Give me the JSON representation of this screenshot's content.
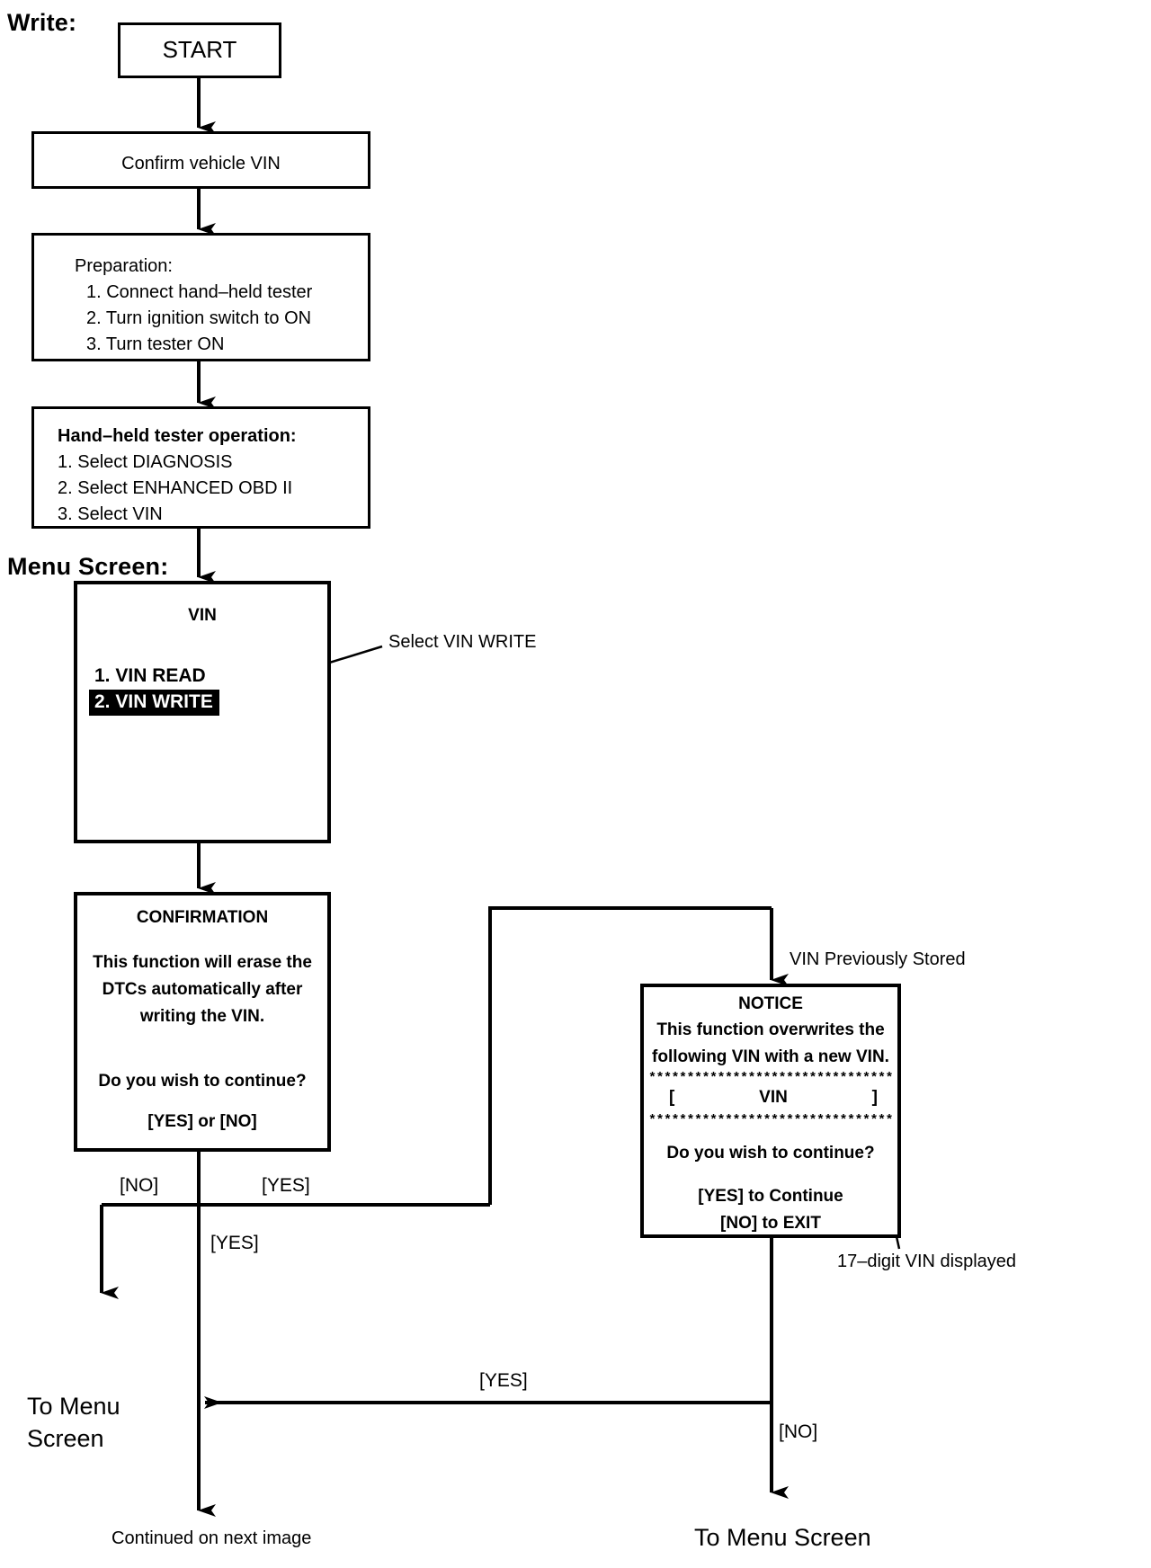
{
  "headings": {
    "write": "Write:",
    "menu_screen": "Menu Screen:"
  },
  "boxes": {
    "start": {
      "label": "START"
    },
    "confirm_vin": {
      "label": "Confirm vehicle VIN"
    },
    "preparation": {
      "title": "Preparation:",
      "steps": [
        "1. Connect hand–held tester",
        "2. Turn ignition switch to ON",
        "3. Turn tester ON"
      ]
    },
    "tester_operation": {
      "title": "Hand–held tester operation:",
      "steps": [
        "1. Select DIAGNOSIS",
        "2. Select ENHANCED OBD II",
        "3. Select VIN"
      ]
    }
  },
  "screens": {
    "vin_menu": {
      "title": "VIN",
      "items": [
        {
          "label": "1. VIN READ",
          "selected": false
        },
        {
          "label": "2. VIN WRITE",
          "selected": true
        }
      ]
    },
    "confirmation": {
      "title": "CONFIRMATION",
      "body": [
        "This function will erase the",
        "DTCs automatically after",
        "writing the VIN."
      ],
      "question": "Do you wish to continue?",
      "options": "[YES] or [NO]"
    },
    "notice": {
      "title": "NOTICE",
      "body": [
        "This function overwrites the",
        "following VIN with a new VIN."
      ],
      "separator": "********************************",
      "vin_bracket_open": "[",
      "vin_placeholder": "VIN",
      "vin_bracket_close": "]",
      "question": "Do you wish to continue?",
      "options": [
        "[YES] to Continue",
        "[NO] to EXIT"
      ]
    }
  },
  "annotations": {
    "select_vin_write": "Select VIN WRITE",
    "vin_previously_stored": "VIN Previously Stored",
    "seventeen_digit_vin": "17–digit VIN displayed"
  },
  "edge_labels": {
    "no_left": "[NO]",
    "yes_right": "[YES]",
    "yes_down": "[YES]",
    "yes_return": "[YES]",
    "no_exit": "[NO]"
  },
  "terminals": {
    "to_menu_screen_left": "To Menu\nScreen",
    "continued": "Continued on next image",
    "to_menu_screen_right": "To Menu Screen"
  },
  "colors": {
    "stroke": "#000000",
    "background": "#ffffff",
    "highlight_bg": "#000000",
    "highlight_fg": "#ffffff"
  }
}
